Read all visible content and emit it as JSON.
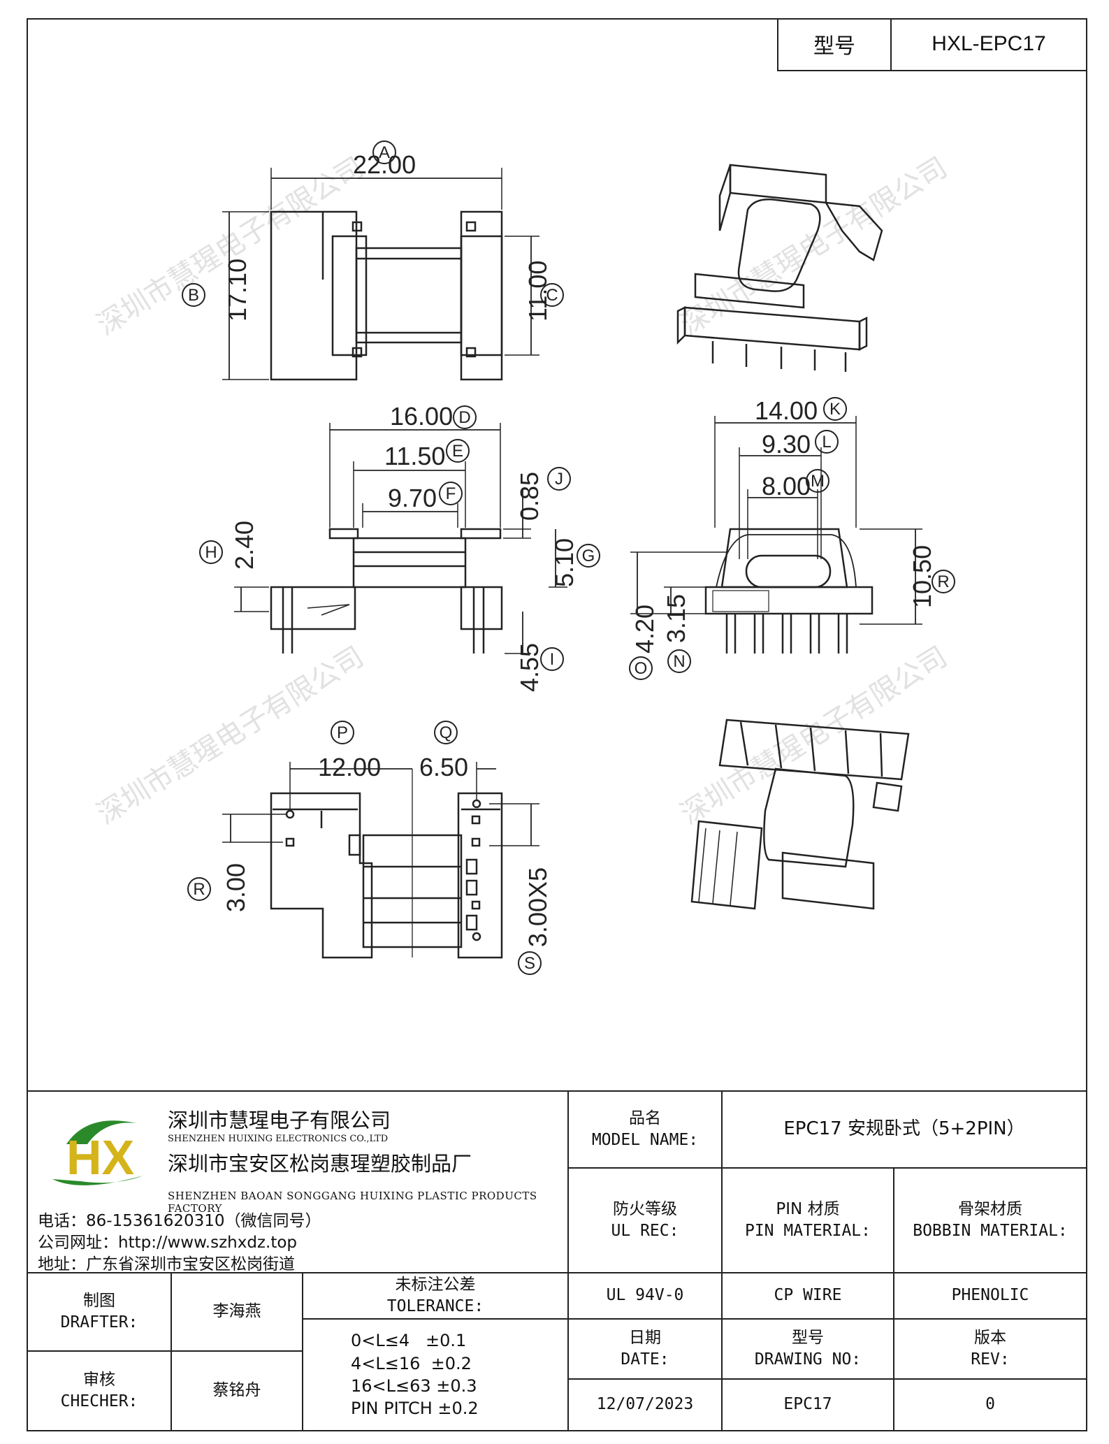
{
  "header": {
    "model_label": "型号",
    "model_value": "HXL-EPC17"
  },
  "dimensions": {
    "A": "22.00",
    "B": "17.10",
    "C": "11.00",
    "D": "16.00",
    "E": "11.50",
    "F": "9.70",
    "J": "0.85",
    "H": "2.40",
    "G": "5.10",
    "I": "4.55",
    "K": "14.00",
    "L": "9.30",
    "M": "8.00",
    "R1": "10.50",
    "O": "4.20",
    "N": "3.15",
    "P": "12.00",
    "Q": "6.50",
    "R2": "3.00",
    "S": "3.00X5"
  },
  "markers": [
    "A",
    "B",
    "C",
    "D",
    "E",
    "F",
    "J",
    "H",
    "G",
    "I",
    "K",
    "L",
    "M",
    "R",
    "O",
    "N",
    "P",
    "Q",
    "R",
    "S"
  ],
  "watermark": "深圳市慧瑆电子有限公司",
  "company": {
    "logo_letters": "HX",
    "name_cn": "深圳市慧瑆电子有限公司",
    "name_en": "SHENZHEN HUIXING ELECTRONICS CO.,LTD",
    "factory_cn": "深圳市宝安区松岗惠瑆塑胶制品厂",
    "factory_en": "SHENZHEN BAOAN SONGGANG HUIXING PLASTIC PRODUCTS FACTORY",
    "phone": "电话：86-15361620310（微信同号）",
    "website": "公司网址：http://www.szhxdz.top",
    "address": "地址：广东省深圳市宝安区松岗街道"
  },
  "title_block": {
    "model_name_cn": "品名",
    "model_name_en": "MODEL NAME:",
    "model_name_value": "EPC17 安规卧式（5+2PIN）",
    "ul_cn": "防火等级",
    "ul_en": "UL REC:",
    "pin_cn": "PIN 材质",
    "pin_en": "PIN MATERIAL:",
    "bobbin_cn": "骨架材质",
    "bobbin_en": "BOBBIN MATERIAL:",
    "ul_value": "UL 94V-0",
    "pin_value": "CP WIRE",
    "bobbin_value": "PHENOLIC",
    "drafter_cn": "制图",
    "drafter_en": "DRAFTER:",
    "drafter_value": "李海燕",
    "checker_cn": "审核",
    "checker_en": "CHECHER:",
    "checker_value": "蔡铭舟",
    "tolerance_cn": "未标注公差",
    "tolerance_en": "TOLERANCE:",
    "tolerances": [
      "0<L≤4   ±0.1",
      "4<L≤16  ±0.2",
      "16<L≤63 ±0.3",
      "PIN PITCH ±0.2"
    ],
    "date_cn": "日期",
    "date_en": "DATE:",
    "date_value": "12/07/2023",
    "drawing_cn": "型号",
    "drawing_en": "DRAWING NO:",
    "drawing_value": "EPC17",
    "rev_cn": "版本",
    "rev_en": "REV:",
    "rev_value": "0"
  }
}
